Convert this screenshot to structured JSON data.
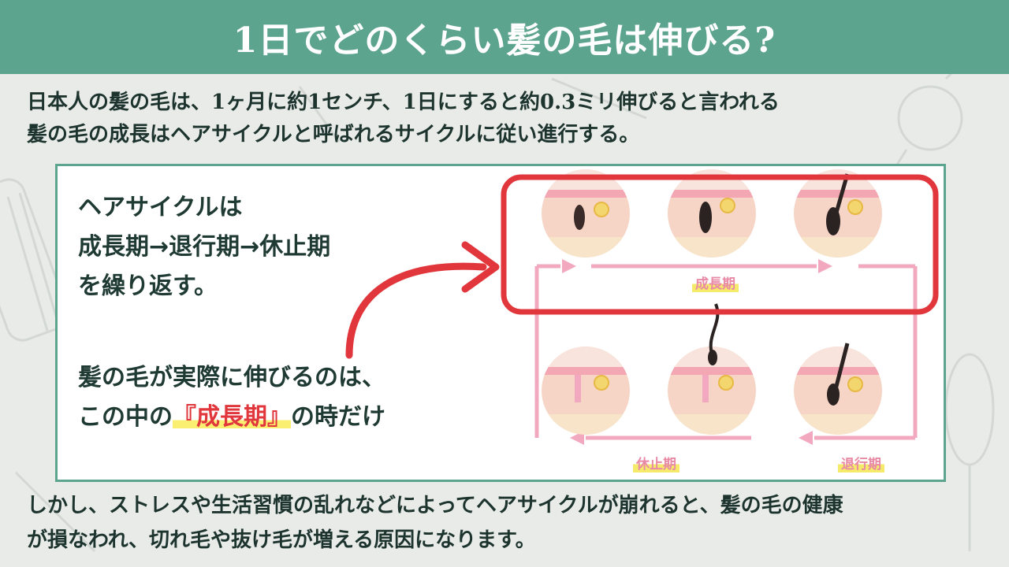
{
  "title": "1日でどのくらい髪の毛は伸びる?",
  "intro": [
    "日本人の髪の毛は、1ヶ月に約1センチ、1日にすると約0.3ミリ伸びると言われる",
    "髪の毛の成長はヘアサイクルと呼ばれるサイクルに従い進行する。"
  ],
  "panel": {
    "cycle_lines": [
      "ヘアサイクルは",
      "成長期→退行期→休止期",
      "を繰り返す。"
    ],
    "growth_line1": "髪の毛が実際に伸びるのは、",
    "growth_line2_prefix": "この中の",
    "growth_line2_highlight": "『成長期』",
    "growth_line2_suffix": "の時だけ"
  },
  "diagram": {
    "phase_growth": "成長期",
    "phase_rest": "休止期",
    "phase_regression": "退行期"
  },
  "conclusion": [
    "しかし、ストレスや生活習慣の乱れなどによってヘアサイクルが崩れると、髪の毛の健康",
    "が損なわれ、切れ毛や抜け毛が増える原因になります。"
  ],
  "colors": {
    "header": "#5da48e",
    "highlight_red": "#e0363c",
    "marker_yellow": "#fbef72",
    "cycle_pink": "#e88aa6"
  }
}
